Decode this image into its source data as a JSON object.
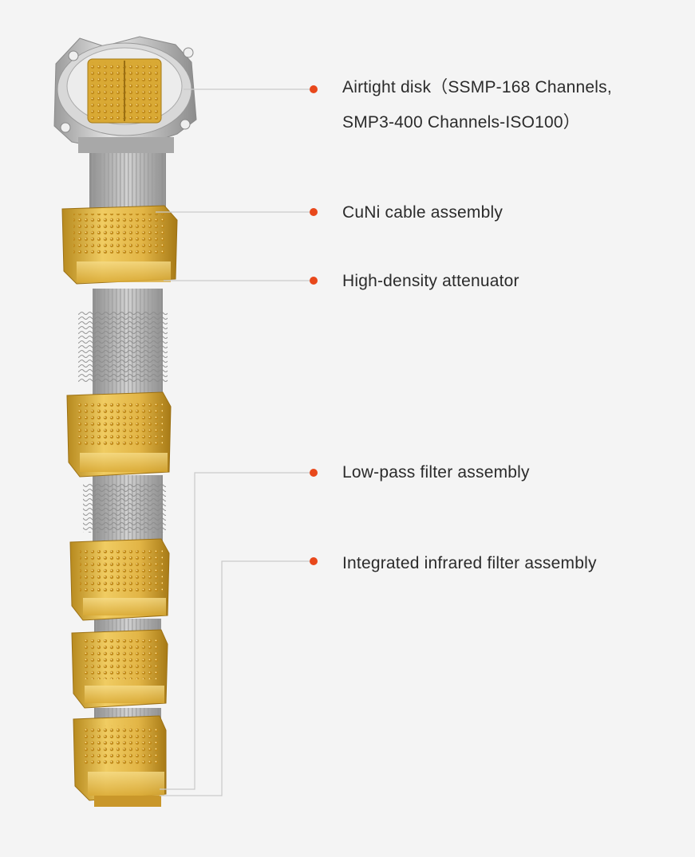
{
  "callouts": [
    {
      "id": "airtight-disk",
      "lines": [
        "Airtight disk（SSMP-168 Channels,",
        "SMP3-400 Channels-ISO100）"
      ]
    },
    {
      "id": "cuni-cable",
      "lines": [
        "CuNi cable assembly"
      ]
    },
    {
      "id": "attenuator",
      "lines": [
        "High-density attenuator"
      ]
    },
    {
      "id": "low-pass",
      "lines": [
        "Low-pass filter assembly"
      ]
    },
    {
      "id": "infrared",
      "lines": [
        "Integrated infrared filter assembly"
      ]
    }
  ],
  "colors": {
    "background": "#f4f4f4",
    "marker": "#e8481b",
    "leader_line": "#c9c9c9",
    "gold": "#d9a934",
    "silver": "#bcbcbc",
    "text": "#2b2b2b"
  },
  "icons": [
    "bullet-dot-icon"
  ]
}
